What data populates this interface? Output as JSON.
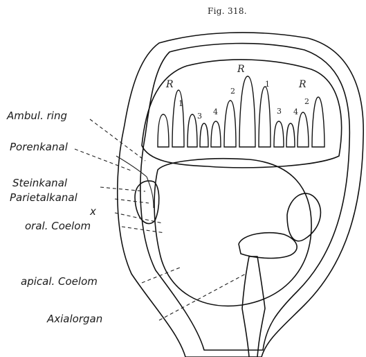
{
  "figure": {
    "title": "Fig. 318."
  },
  "labels": {
    "ambul_ring": "Ambul. ring",
    "porenkanal": "Porenkanal",
    "steinkanal": "Steinkanal",
    "parietalkanal": "Parietalkanal",
    "x": "x",
    "oral_coelom": "oral. Coelom",
    "apical_coelom": "apical. Coelom",
    "axialorgan": "Axialorgan"
  },
  "canal_marks": {
    "r_left": "R",
    "r_mid": "R",
    "r_right": "R",
    "n1a": "1",
    "n2a": "2",
    "n3a": "3",
    "n4a": "4",
    "n1b": "1",
    "n3b": "3",
    "n4b": "4",
    "n2b": "2"
  }
}
